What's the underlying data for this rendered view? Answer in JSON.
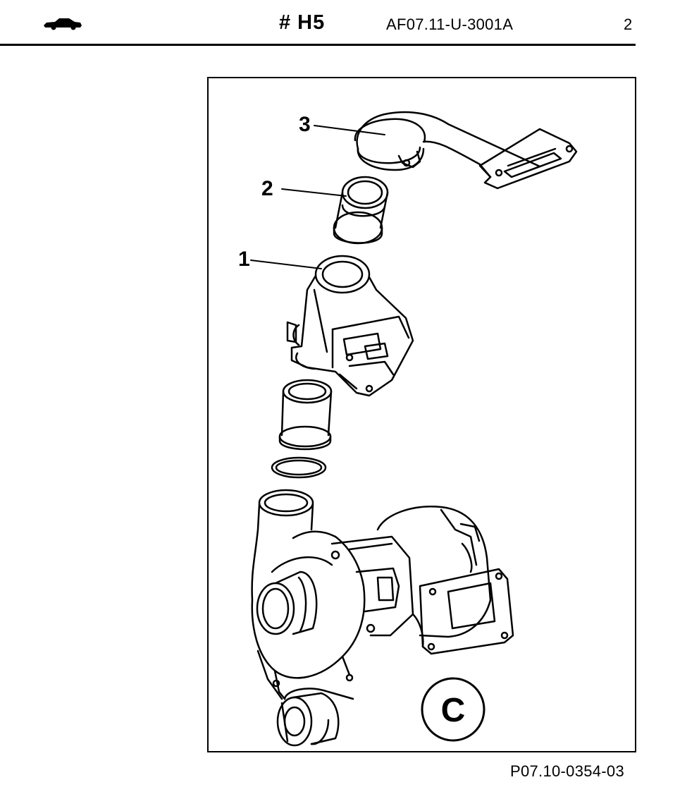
{
  "header": {
    "vehicle_icon": "car-side-icon",
    "code": "# H5",
    "document_number": "AF07.11-U-3001A",
    "page_number": "2"
  },
  "figure": {
    "callouts": [
      "1",
      "2",
      "3"
    ],
    "view_letter": "C",
    "figure_id": "P07.10-0354-03"
  }
}
